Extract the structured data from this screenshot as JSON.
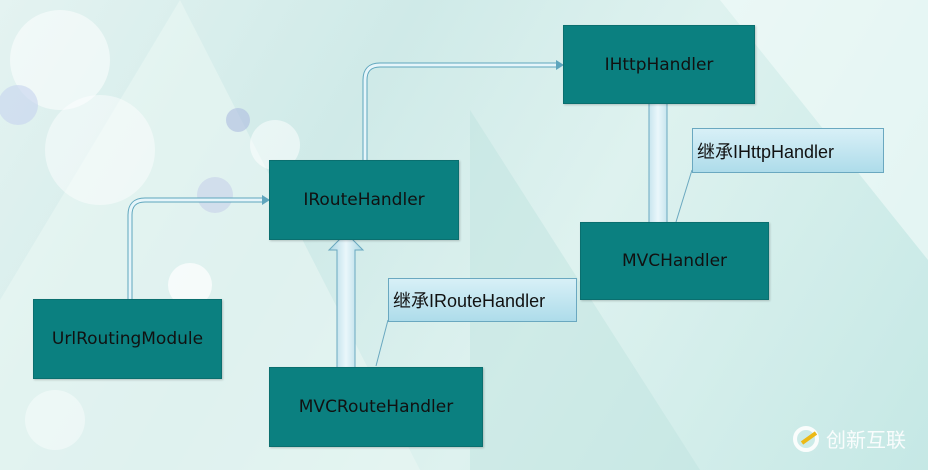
{
  "nodes": {
    "ihttphandler": "IHttpHandler",
    "iroutehandler": "IRouteHandler",
    "mvchandler": "MVCHandler",
    "urlroutingmodule": "UrlRoutingModule",
    "mvcroutehandler": "MVCRouteHandler"
  },
  "callouts": {
    "inherit_ihttp": "继承IHttpHandler",
    "inherit_iroute": "继承IRouteHandler"
  },
  "watermark": "创新互联",
  "colors": {
    "box": "#0b8080",
    "callout": "#c4e6f0"
  }
}
